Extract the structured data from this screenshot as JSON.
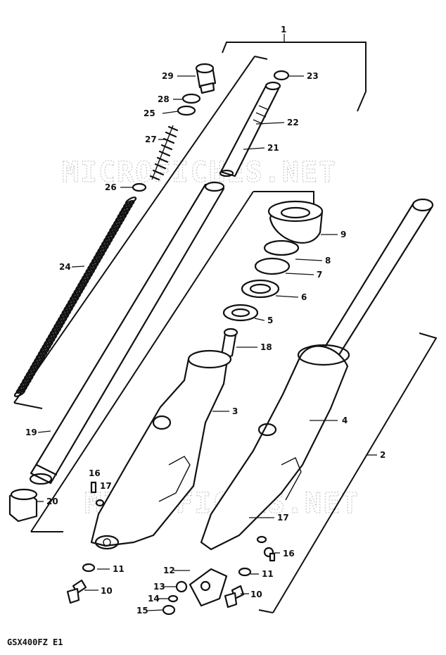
{
  "watermark": "MICROFICHES.NET",
  "model_code": "GSX400FZ E1",
  "callouts": [
    "1",
    "2",
    "3",
    "4",
    "5",
    "6",
    "7",
    "8",
    "9",
    "10",
    "10",
    "11",
    "11",
    "12",
    "13",
    "14",
    "15",
    "16",
    "16",
    "17",
    "17",
    "18",
    "19",
    "20",
    "21",
    "22",
    "23",
    "24",
    "25",
    "26",
    "27",
    "28",
    "29"
  ]
}
